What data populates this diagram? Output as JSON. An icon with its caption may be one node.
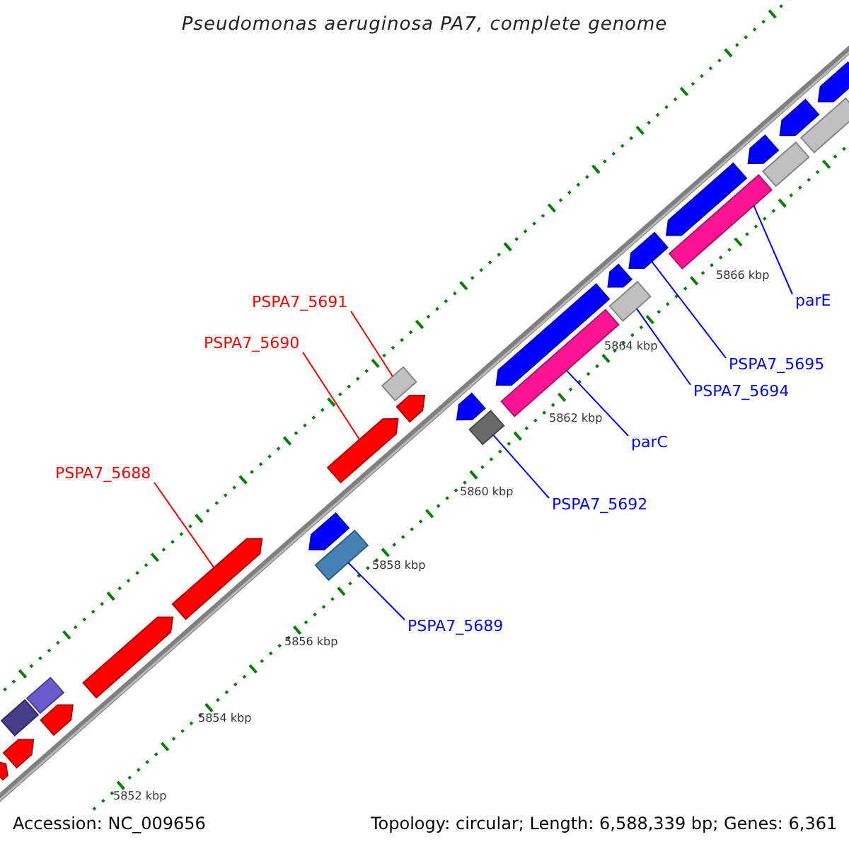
{
  "diagram": {
    "title": "Pseudomonas aeruginosa PA7, complete genome",
    "nodes": [
      {
        "text": [
          "PSPA7_5691"
        ]
      },
      {
        "text": [
          "PSPA7_5690"
        ]
      },
      {
        "text": [
          "parE"
        ]
      },
      {
        "text": [
          "PSPA7_5695"
        ]
      },
      {
        "text": [
          "PSPA7_5694"
        ]
      },
      {
        "text": [
          "parC"
        ]
      },
      {
        "text": [
          "PSPA7_5688"
        ]
      },
      {
        "text": [
          "PSPA7_5692"
        ]
      },
      {
        "text": [
          "PSPA7_5689"
        ]
      },
      {
        "text": [],
        "shape": "arrow"
      },
      {
        "text": [],
        "shape": "box"
      },
      {
        "text": [],
        "shape": "arrow"
      },
      {
        "text": [],
        "shape": "arrow"
      },
      {
        "text": [],
        "shape": "box"
      },
      {
        "text": [],
        "shape": "arrow"
      },
      {
        "text": [],
        "shape": "arrow"
      },
      {
        "text": [],
        "shape": "box"
      },
      {
        "text": [],
        "shape": "arrow"
      },
      {
        "text": [],
        "shape": "arrow"
      },
      {
        "text": [],
        "shape": "arrow"
      },
      {
        "text": [],
        "shape": "box"
      },
      {
        "text": [],
        "shape": "arrow"
      },
      {
        "text": [],
        "shape": "box"
      },
      {
        "text": [],
        "shape": "box"
      },
      {
        "text": [],
        "shape": "arrow"
      },
      {
        "text": [],
        "shape": "box"
      },
      {
        "text": [],
        "shape": "arrow"
      },
      {
        "text": [],
        "shape": "arrow"
      },
      {
        "text": [],
        "shape": "box"
      },
      {
        "text": [],
        "shape": "arrow"
      },
      {
        "text": [],
        "shape": "arrow"
      },
      {
        "text": [],
        "shape": "box"
      },
      {
        "text": [],
        "shape": "arrow"
      },
      {
        "text": [],
        "shape": "box"
      },
      {
        "text": [],
        "shape": "arrow"
      }
    ],
    "edges": [
      {
        "from": 0,
        "to": 20,
        "arrow": "none",
        "color": "#ff0000"
      },
      {
        "from": 1,
        "to": 18,
        "arrow": "none",
        "color": "#ff0000"
      },
      {
        "from": 2,
        "to": 28,
        "arrow": "none"
      },
      {
        "from": 3,
        "to": 27,
        "arrow": "none"
      },
      {
        "from": 4,
        "to": 25,
        "arrow": "none"
      },
      {
        "from": 5,
        "to": 23,
        "arrow": "none"
      },
      {
        "from": 6,
        "to": 15,
        "arrow": "none",
        "color": "#ff0000"
      },
      {
        "from": 7,
        "to": 22,
        "arrow": "none"
      },
      {
        "from": 8,
        "to": 16,
        "arrow": "none"
      }
    ],
    "labels": [
      "5866 kbp",
      "5864 kbp",
      "5862 kbp",
      "5860 kbp",
      "5858 kbp",
      "5856 kbp",
      "5854 kbp",
      "5852 kbp",
      "Accession: NC_009656",
      "Topology: circular; Length: 6,588,339 bp; Genes: 6,361"
    ]
  }
}
